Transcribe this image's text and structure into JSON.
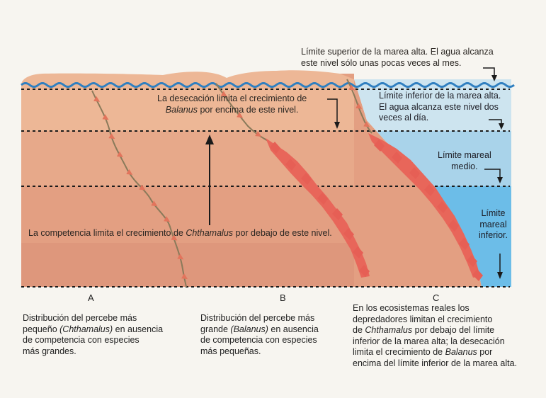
{
  "labels": {
    "high_tide_upper": [
      "Límite superior de la marea alta. El agua alcanza",
      "este nivel sólo unas pocas veces al mes."
    ],
    "high_tide_lower": [
      "Límite inferior de la marea alta.",
      "El agua alcanza este nivel dos",
      "veces al día."
    ],
    "mid_tide": [
      "Límite mareal",
      "medio."
    ],
    "low_tide": [
      "Límite",
      "mareal",
      "inferior."
    ],
    "desiccation": {
      "line1": "La desecación limita el crecimiento de",
      "italic": "Balanus",
      "line2_rest": " por encima de este nivel."
    },
    "competition": {
      "before": "La competencia limita el crecimiento de ",
      "italic": "Chthamalus",
      "after": " por debajo de este nivel."
    }
  },
  "letters": [
    "A",
    "B",
    "C"
  ],
  "captions": {
    "A": {
      "line1": "Distribución del percebe más",
      "line2_pre": "pequeño ",
      "line2_italic": "(Chthamalus)",
      "line2_post": " en ausencia",
      "line3": "de competencia con especies",
      "line4": "más grandes."
    },
    "B": {
      "line1": "Distribución del percebe más",
      "line2_pre": "grande ",
      "line2_italic": "(Balanus)",
      "line2_post": " en ausencia",
      "line3": "de competencia con especies",
      "line4": "más pequeñas."
    },
    "C": {
      "line1": "En los ecosistemas reales los",
      "line2": "depredadores limitan el crecimiento",
      "line3_pre": "de ",
      "line3_italic": "Chthamalus",
      "line3_post": " por debajo del límite",
      "line4": "inferior de la marea alta; la desecación",
      "line5_pre": "limita el crecimiento de ",
      "line5_italic": "Balanus",
      "line5_post": " por",
      "line6": "encima del límite inferior de la marea alta."
    }
  },
  "colors": {
    "rock_top": "#edb796",
    "rock_band2": "#e7a98a",
    "rock_band3": "#e39f82",
    "rock_band4": "#de977c",
    "water_light": "#cde4ef",
    "water_mid": "#a9d3ea",
    "water_deep": "#6cbde8",
    "wave": "#2f7fc0",
    "balanus": "#e8665a",
    "chthamalus_line": "#8a7a5a"
  }
}
